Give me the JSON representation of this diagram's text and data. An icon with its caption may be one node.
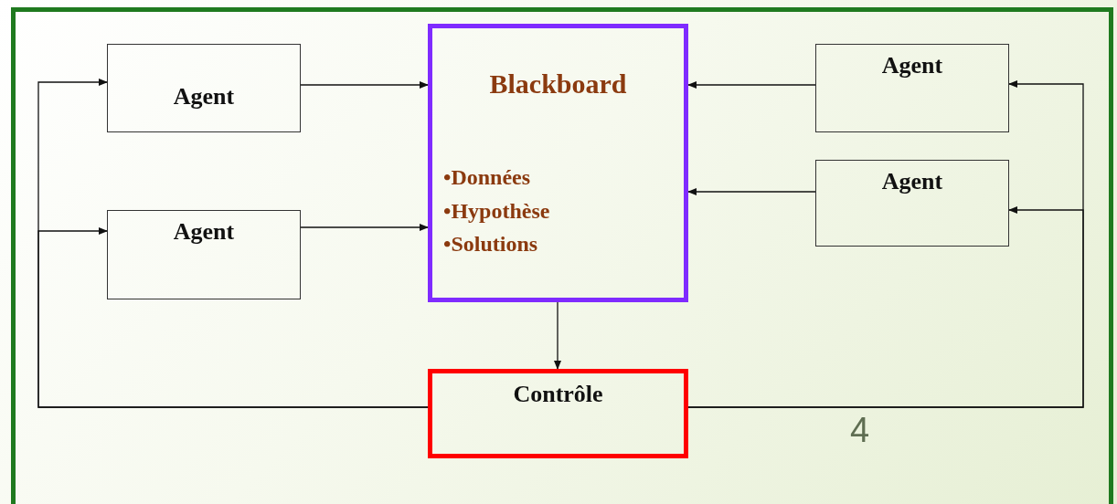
{
  "diagram": {
    "nodes": [
      {
        "text": [
          "Agent"
        ]
      },
      {
        "text": [
          "Blackboard",
          "•Données",
          "•Hypothèse",
          "•Solutions"
        ]
      },
      {
        "text": [
          "Agent"
        ]
      },
      {
        "text": [
          "Agent"
        ]
      },
      {
        "text": [
          "Agent"
        ]
      },
      {
        "text": [
          "Contrôle"
        ]
      }
    ],
    "edges": [
      {
        "from": 5,
        "to": 0,
        "arrow": "to"
      },
      {
        "from": 5,
        "to": 4,
        "arrow": "to"
      },
      {
        "from": 0,
        "to": 1,
        "arrow": "to"
      },
      {
        "from": 4,
        "to": 1,
        "arrow": "to"
      },
      {
        "from": 2,
        "to": 1,
        "arrow": "to"
      },
      {
        "from": 3,
        "to": 1,
        "arrow": "to"
      },
      {
        "from": 5,
        "to": 2,
        "arrow": "to"
      },
      {
        "from": 5,
        "to": 3,
        "arrow": "to"
      },
      {
        "from": 1,
        "to": 5,
        "arrow": "to"
      }
    ],
    "labels": [
      "4"
    ]
  }
}
